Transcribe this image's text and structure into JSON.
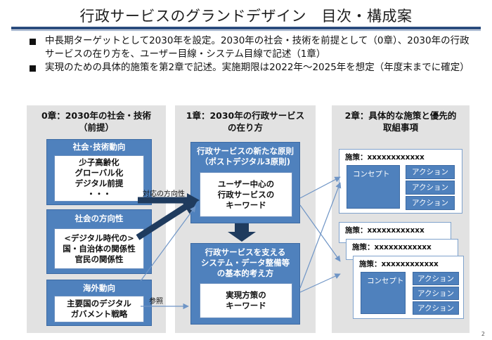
{
  "title": "行政サービスのグランドデザイン　目次・構成案",
  "bullets": [
    "中長期ターゲットとして2030年を設定。2030年の社会・技術を前提として（0章）、2030年の行政サービスの在り方を、ユーザー目線・システム目線で記述（1章）",
    "実現のための具体的施策を第2章で記述。実施期限は2022年～2025年を想定（年度末までに確定）"
  ],
  "col0": {
    "title_line1": "0章：2030年の社会・技術",
    "title_line2": "（前提）",
    "box1": {
      "header": "社会･技術動向",
      "lines": [
        "少子高齢化",
        "グローバル化",
        "デジタル前提",
        "・・・"
      ]
    },
    "box2": {
      "header": "社会の方向性",
      "lines": [
        "<デジタル時代の>",
        "国・自治体の関係性",
        "官民の関係性"
      ]
    },
    "box3": {
      "header": "海外動向",
      "lines": [
        "主要国のデジタル",
        "ガバメント戦略"
      ]
    }
  },
  "col1": {
    "title_line1": "1章：2030年の行政サービス",
    "title_line2": "の在り方",
    "box1": {
      "header_line1": "行政サービスの新たな原則",
      "header_line2": "（ポストデジタル3原則)",
      "lines": [
        "ユーザー中心の",
        "行政サービスの",
        "キーワード"
      ]
    },
    "box2": {
      "header_line1": "行政サービスを支える",
      "header_line2": "システム・データ整備等",
      "header_line3": "の基本的考え方",
      "lines": [
        "実現方策の",
        "キーワード"
      ]
    }
  },
  "col2": {
    "title_line1": "2章：具体的な施策と優先的",
    "title_line2": "取組事項",
    "card_title": "施策：xxxxxxxxxxxx",
    "concept": "コンセプト",
    "action": "アクション"
  },
  "labels": {
    "direction": "対応の方向性",
    "reference": "参照"
  },
  "page_number": "2",
  "colors": {
    "accent": "#4f81bd",
    "column_bg": "#e2e2e2",
    "arrow_dark": "#1f3b5e",
    "arrow_light": "#6f95c6"
  }
}
